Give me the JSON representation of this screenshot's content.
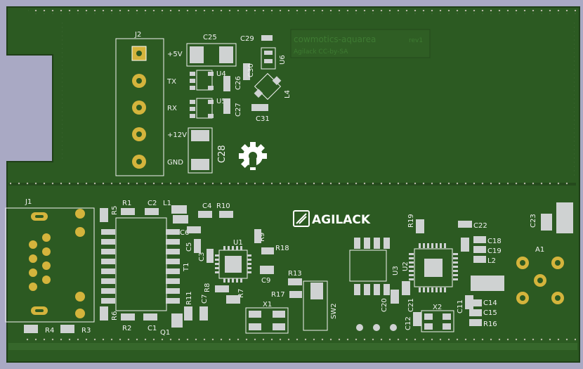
{
  "board": {
    "title": "cowmotics-aquarea",
    "revision": "rev1",
    "license": "Agilack CC-by-SA",
    "logo_text": "AGILACK",
    "colors": {
      "background": "#a9a9c4",
      "board": "#2c5a22",
      "board_dark": "#244a1c",
      "silkscreen": "#f2f2f2",
      "pad_gold": "#d4b43c",
      "pad_silver": "#cfd2d2",
      "via": "#b9b9a8"
    }
  },
  "connector_j2": {
    "ref": "J2",
    "pins": [
      "+5V",
      "TX",
      "RX",
      "+12V",
      "GND"
    ]
  },
  "connector_j1": {
    "ref": "J1"
  },
  "antenna": {
    "ref": "A1"
  },
  "refs": {
    "C25": "C25",
    "C29": "C29",
    "U6": "U6",
    "C30": "C30",
    "U4": "U4",
    "C26": "C26",
    "L4": "L4",
    "U5": "U5",
    "C27": "C27",
    "C31": "C31",
    "C28": "C28",
    "R5": "R5",
    "R1": "R1",
    "C2": "C2",
    "L1": "L1",
    "C4": "C4",
    "R10": "R10",
    "C6": "C6",
    "C5": "C5",
    "C3": "C3",
    "U1": "U1",
    "R9": "R9",
    "R18": "R18",
    "T1": "T1",
    "C9": "C9",
    "R13": "R13",
    "R17": "R17",
    "R11": "R11",
    "C7": "C7",
    "R8": "R8",
    "R7": "R7",
    "X1": "X1",
    "SW2": "SW2",
    "R6": "R6",
    "R2": "R2",
    "C1": "C1",
    "Q1": "Q1",
    "R4": "R4",
    "R3": "R3",
    "R19": "R19",
    "C22": "C22",
    "C23": "C23",
    "C18": "C18",
    "C19": "C19",
    "L2": "L2",
    "U2": "U2",
    "U3": "U3",
    "C20": "C20",
    "C21": "C21",
    "X2": "X2",
    "C11": "C11",
    "C14": "C14",
    "C15": "C15",
    "R16": "R16",
    "C12": "C12"
  }
}
